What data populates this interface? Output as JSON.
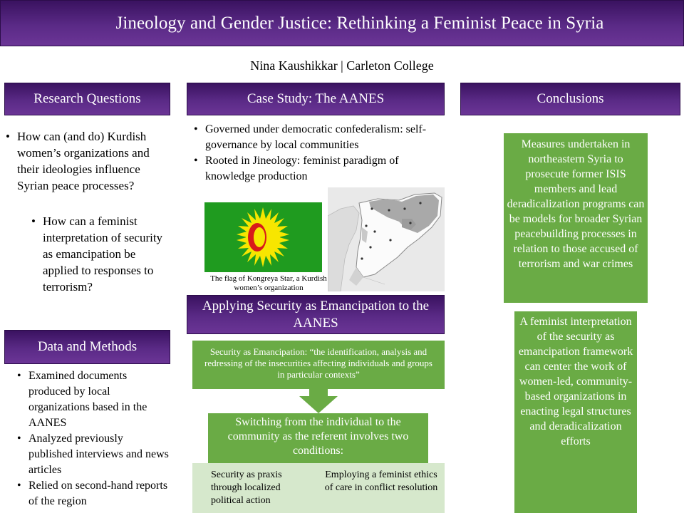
{
  "title": "Jineology and Gender Justice: Rethinking a Feminist Peace in Syria",
  "author": "Nina Kaushikkar | Carleton College",
  "research_questions": {
    "heading": "Research Questions",
    "q1": "How can (and do) Kurdish women’s organizations and their ideologies influence Syrian peace processes?",
    "q2": "How can a feminist interpretation of security as emancipation be applied to responses to terrorism?"
  },
  "data_methods": {
    "heading": "Data and Methods",
    "items": [
      "Examined documents produced by local organizations based in the AANES",
      "Analyzed previously published interviews and news articles",
      "Relied on second-hand reports of the region"
    ]
  },
  "case_study": {
    "heading": "Case Study: The AANES",
    "items": [
      "Governed under democratic confederalism: self-governance by local communities",
      "Rooted in Jineology: feminist paradigm of knowledge production"
    ],
    "flag_caption": "The flag of Kongreya Star, a Kurdish women’s organization",
    "colors": {
      "flag_green": "#1f9b1f",
      "flag_yellow": "#f7e600",
      "flag_red": "#d81a1a"
    }
  },
  "applying": {
    "heading": "Applying Security as Emancipation to the AANES",
    "definition": "Security as Emancipation: “the identification, analysis and redressing of the insecurities affecting individuals and groups in particular contexts”",
    "switching": "Switching from the individual to the community as the referent involves two conditions:",
    "condition1": "Security as praxis through localized political action",
    "condition2": "Employing a feminist ethics of care in conflict resolution"
  },
  "conclusions": {
    "heading": "Conclusions",
    "c1": "Measures undertaken in northeastern Syria to prosecute former ISIS members and lead deradicalization programs can be models for broader Syrian peacebuilding processes in relation to those accused of terrorism and war crimes",
    "c2": "A feminist interpretation of the security as emancipation framework can center the work of women-led, community-based organizations in enacting legal structures and deradicalization efforts"
  },
  "colors": {
    "purple": "#4b1d73",
    "green": "#6aab45",
    "light_green": "#d6e8cc"
  }
}
